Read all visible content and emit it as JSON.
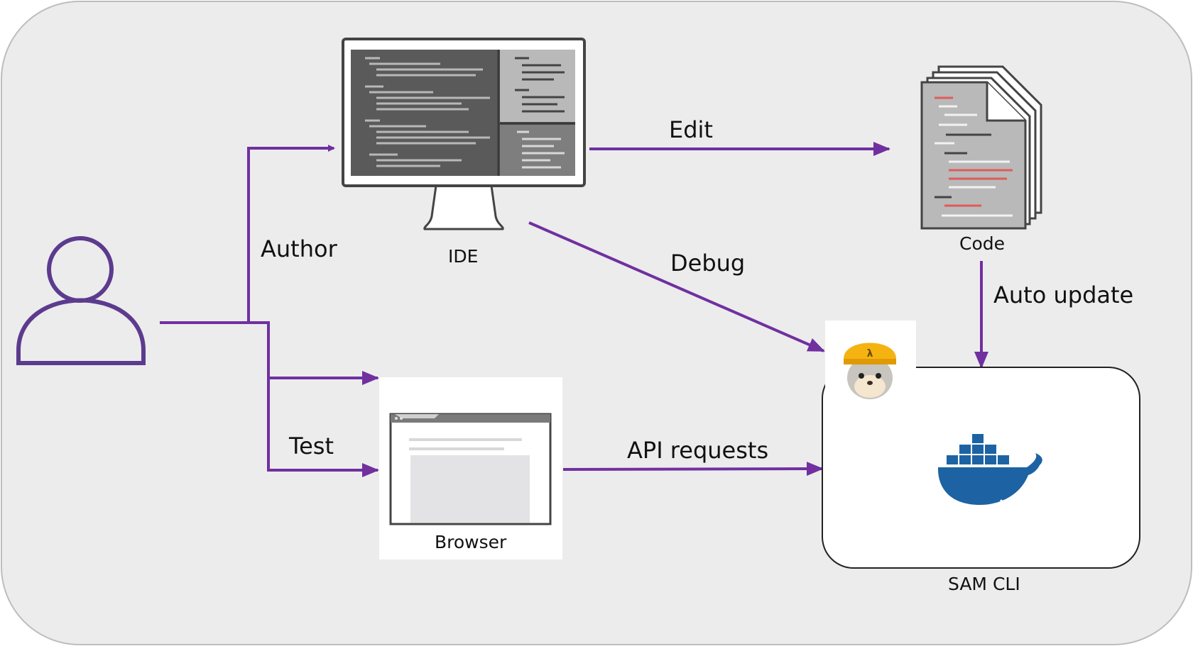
{
  "labels": {
    "author": "Author",
    "test": "Test",
    "ide": "IDE",
    "edit": "Edit",
    "debug": "Debug",
    "code": "Code",
    "auto_update": "Auto update",
    "browser": "Browser",
    "api_requests": "API requests",
    "sam_cli": "SAM CLI"
  },
  "colors": {
    "background": "#ececec",
    "border": "#bdbdbd",
    "arrow": "#7030a0",
    "person": "#5c3b8e",
    "ide_frame": "#444444",
    "code_accent": "#e05a5a",
    "docker": "#1d63a3",
    "helmet": "#f5b312"
  },
  "icons": {
    "person": "user-icon",
    "ide": "monitor-icon",
    "code": "documents-icon",
    "browser": "browser-window-icon",
    "sam": "sam-squirrel-icon",
    "docker": "docker-whale-icon"
  }
}
